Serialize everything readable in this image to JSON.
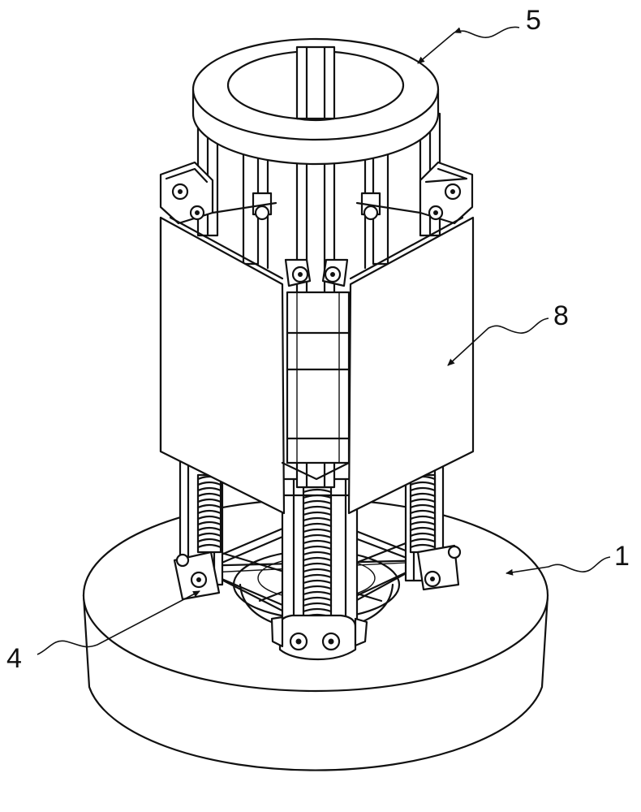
{
  "figure": {
    "callouts": [
      {
        "id": "c5",
        "label": "5"
      },
      {
        "id": "c8",
        "label": "8"
      },
      {
        "id": "c1",
        "label": "1"
      },
      {
        "id": "c4",
        "label": "4"
      }
    ]
  },
  "colors": {
    "line": "#111111",
    "background": "#ffffff"
  }
}
